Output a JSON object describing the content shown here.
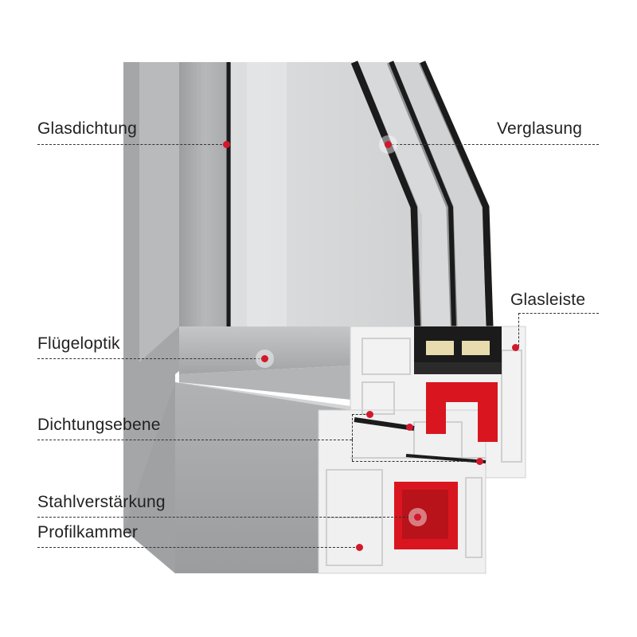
{
  "callouts": {
    "glasdichtung": "Glasdichtung",
    "verglasung": "Verglasung",
    "glasleiste": "Glasleiste",
    "fluegeloptik": "Flügeloptik",
    "dichtungsebene": "Dichtungsebene",
    "stahlverstaerkung": "Stahlverstärkung",
    "profilkammer": "Profilkammer"
  },
  "colors": {
    "marker": "#d2182b",
    "steel_reinforcement": "#d9161f",
    "profile_frame": "#a9abad",
    "pvc_section": "#f2f2f2",
    "glass_pane": "#1b1b1b"
  }
}
